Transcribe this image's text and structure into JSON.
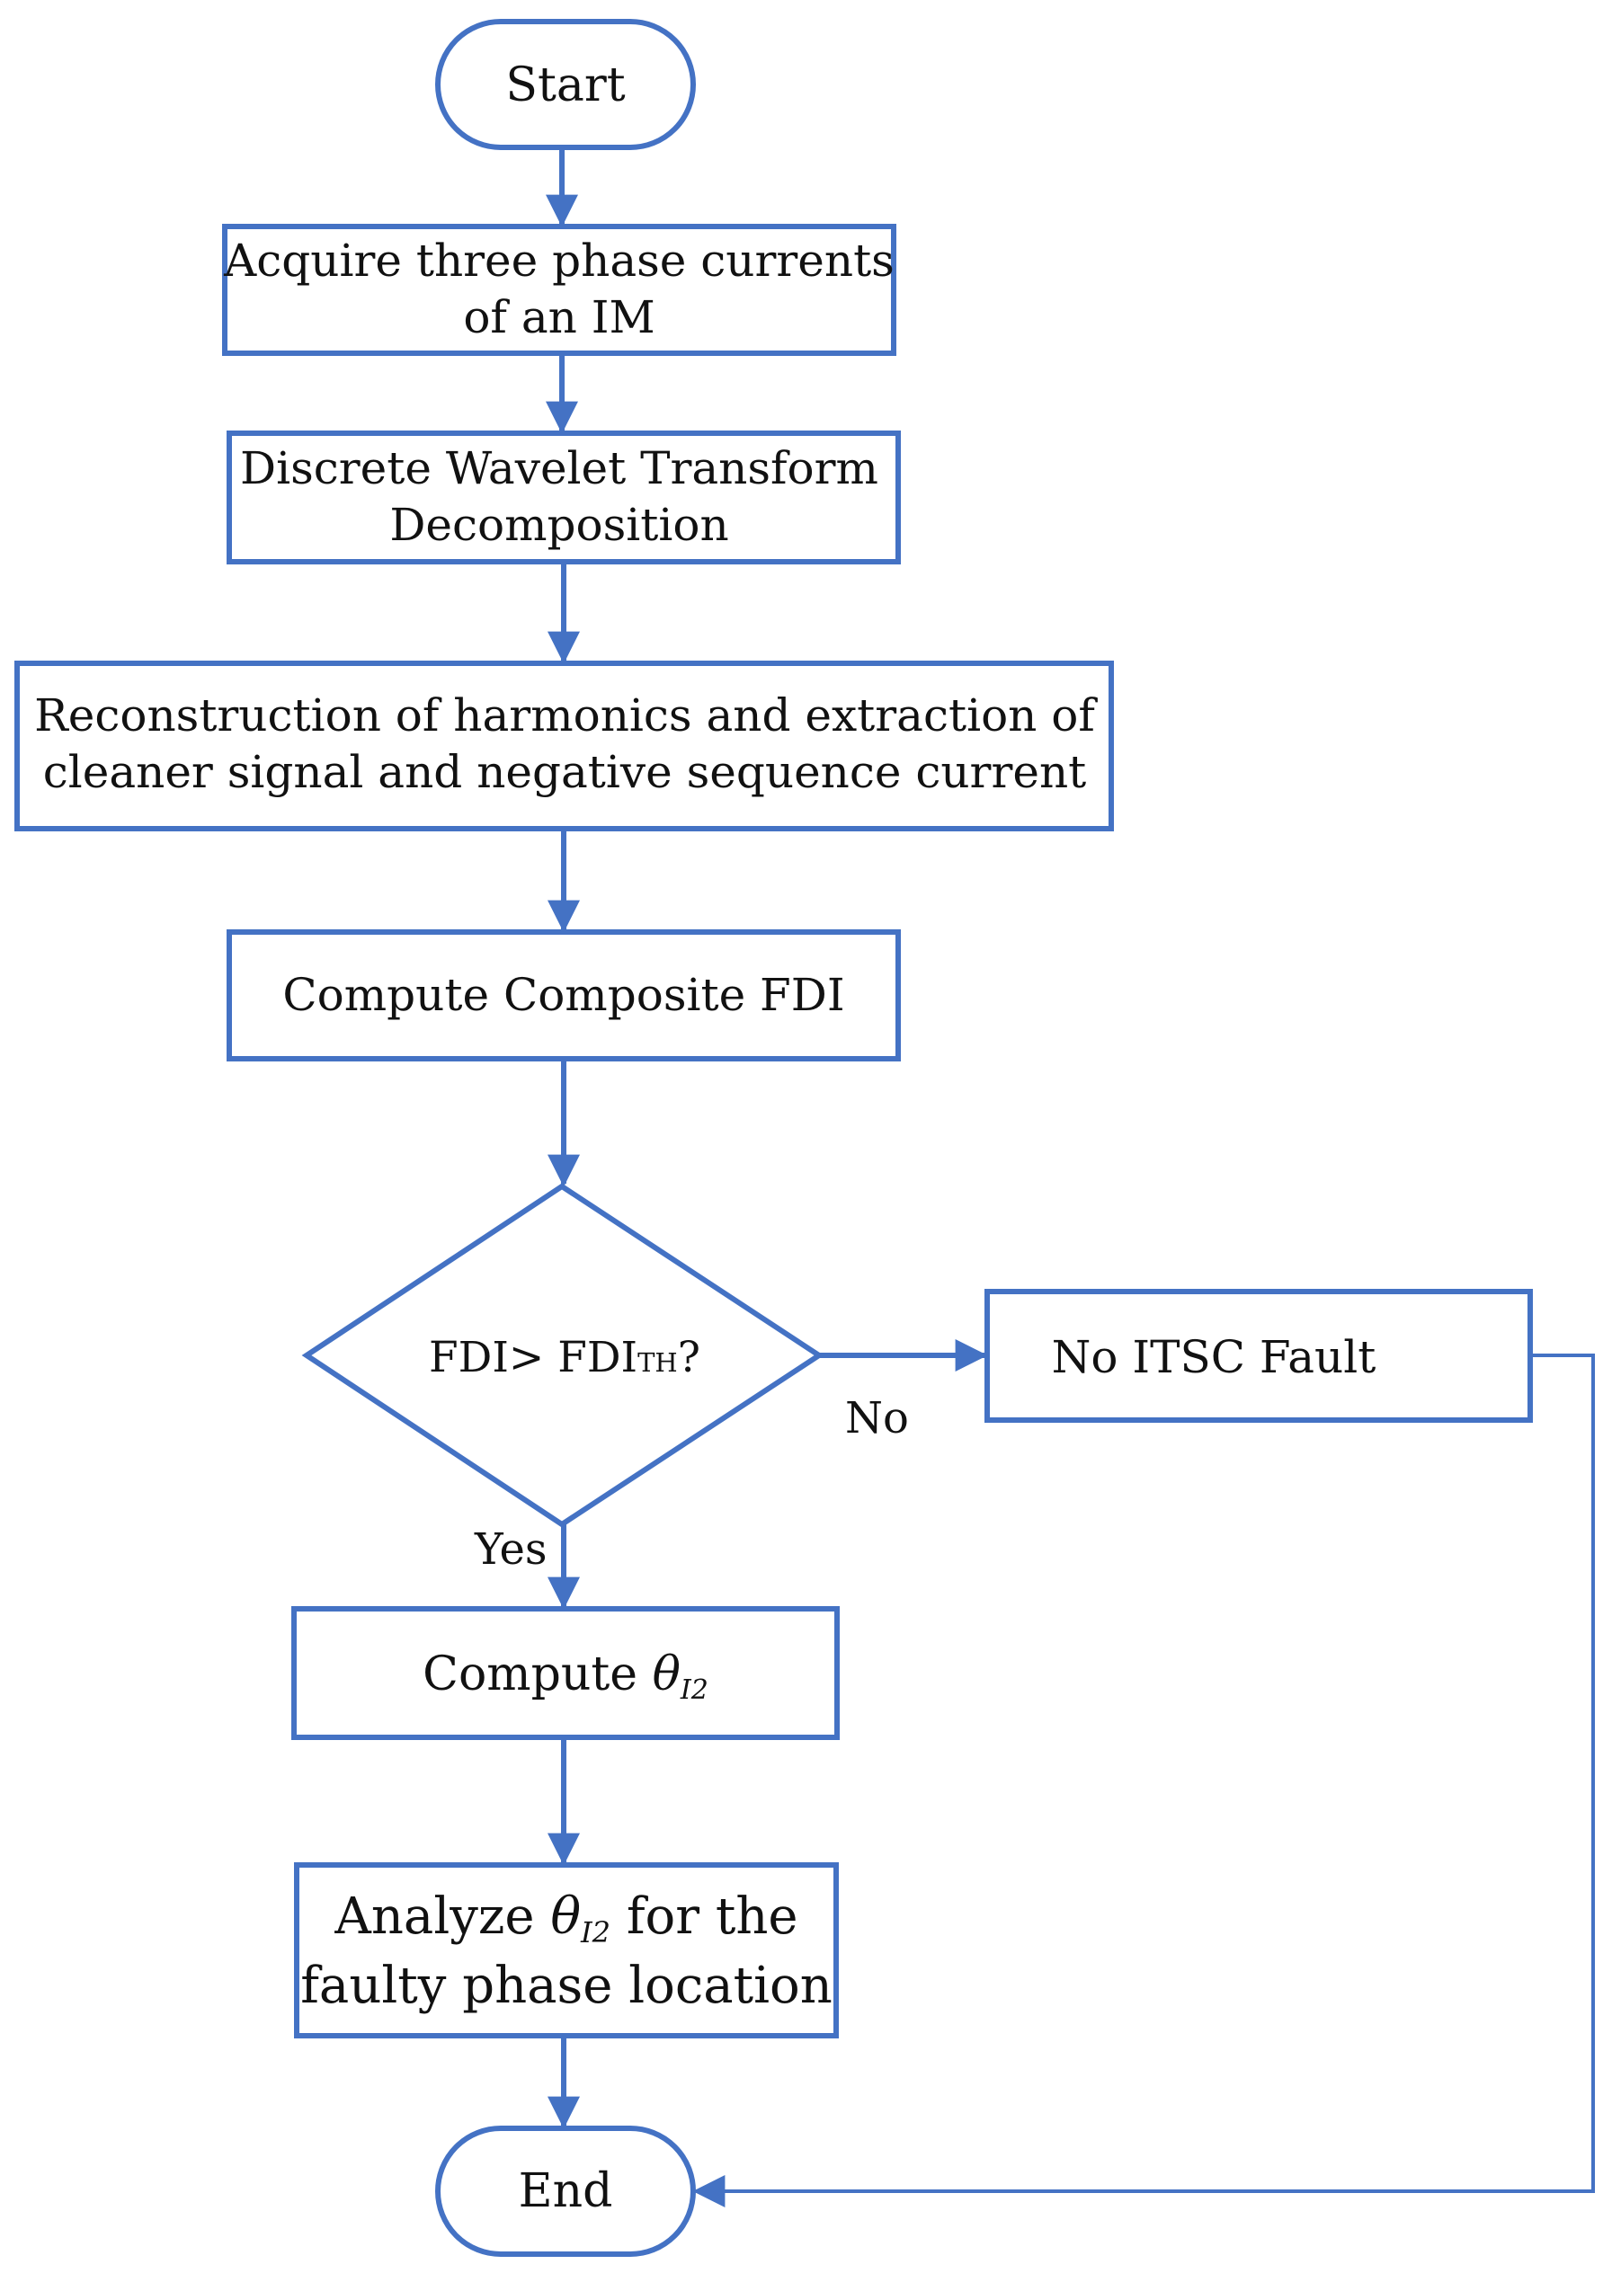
{
  "diagram": {
    "accent_color": "#4472C4",
    "nodes": {
      "start": "Start",
      "acquire": [
        "Acquire three phase currents",
        "of an IM"
      ],
      "dwt": [
        "Discrete Wavelet Transform",
        "Decomposition"
      ],
      "reconstruct": [
        "Reconstruction of harmonics and extraction of",
        "cleaner signal and negative sequence current"
      ],
      "compute_fdi": "Compute Composite FDI",
      "decision": {
        "main": "FDI> FDI",
        "sub": "TH",
        "suffix": "?"
      },
      "no_fault": "No ITSC Fault",
      "compute_theta": {
        "prefix": "Compute ",
        "symbol": "θ",
        "sub": "I2"
      },
      "analyze": {
        "prefix": "Analyze ",
        "symbol": "θ",
        "sub": "I2",
        "suffix": " for the",
        "line2": "faulty phase location"
      },
      "end": "End"
    },
    "edge_labels": {
      "no": "No",
      "yes": "Yes"
    }
  }
}
